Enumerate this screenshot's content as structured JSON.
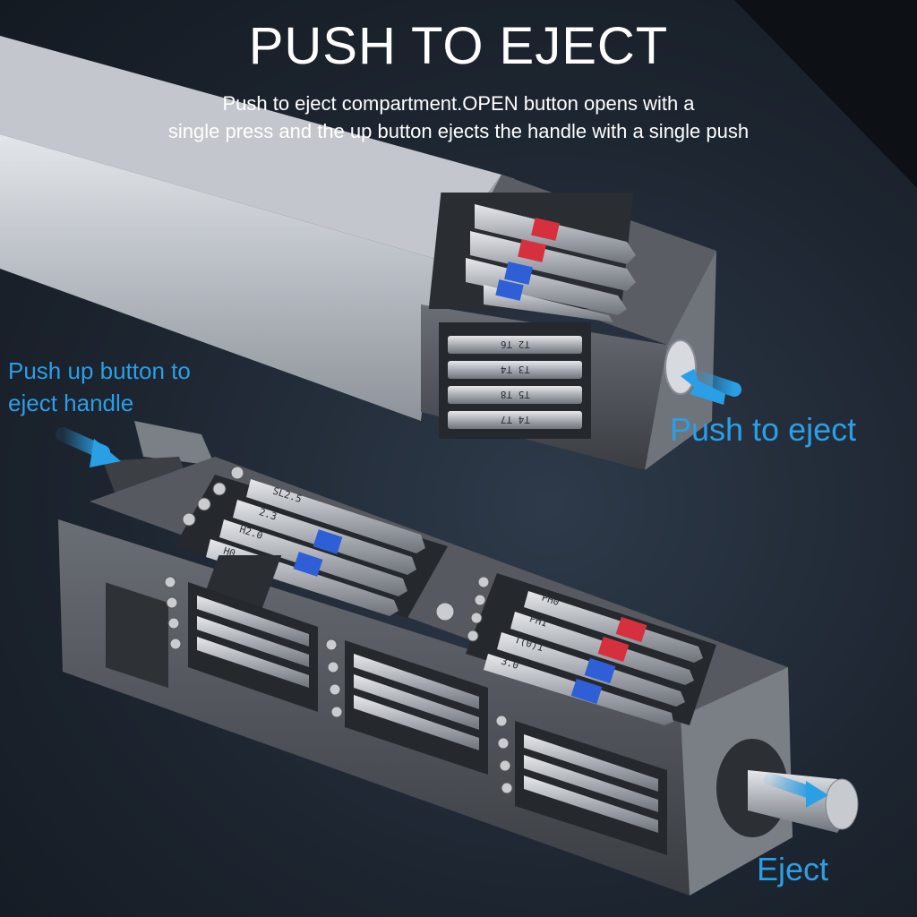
{
  "heading": "PUSH TO EJECT",
  "description": {
    "line1": "Push to eject compartment.OPEN button opens with a",
    "line2": "single press and the up button ejects the handle with a single push"
  },
  "callouts": {
    "push_up_line1": "Push up button to",
    "push_up_line2": "eject handle",
    "push_to_eject": "Push to eject",
    "eject": "Eject"
  },
  "upper_tool_bit_labels": [
    "T2 T6",
    "T3 T4",
    "T5 T8",
    "T4 T7"
  ],
  "lower_tool_bit_labels": [
    "SL2.5",
    "2.3",
    "H2.0",
    "H0",
    "PH0",
    "PH1",
    "T(0)1",
    "3.0"
  ],
  "colors": {
    "accent": "#2b9fe6",
    "bit_red": "#d6303f",
    "bit_blue": "#2f5fd6",
    "aluminum": "#c9cdd3",
    "casing": "#4a4d53"
  },
  "icons": [
    "arrow-icon",
    "screw-icon"
  ]
}
